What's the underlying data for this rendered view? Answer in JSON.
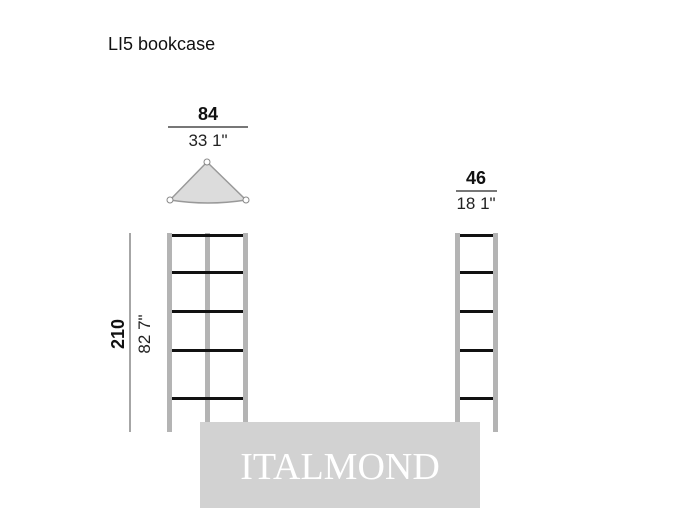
{
  "title": "LI5 bookcase",
  "dimensions": {
    "width": {
      "cm": "84",
      "in": "33 1\""
    },
    "depth": {
      "cm": "46",
      "in": "18 1\""
    },
    "height": {
      "cm": "210",
      "in": "82 7\""
    }
  },
  "watermark": "ITALMOND",
  "colors": {
    "frame": "#b4b4b4",
    "shelf": "#111111",
    "top_fill": "#dcdcdc",
    "watermark_bg": "#d2d2d2"
  }
}
